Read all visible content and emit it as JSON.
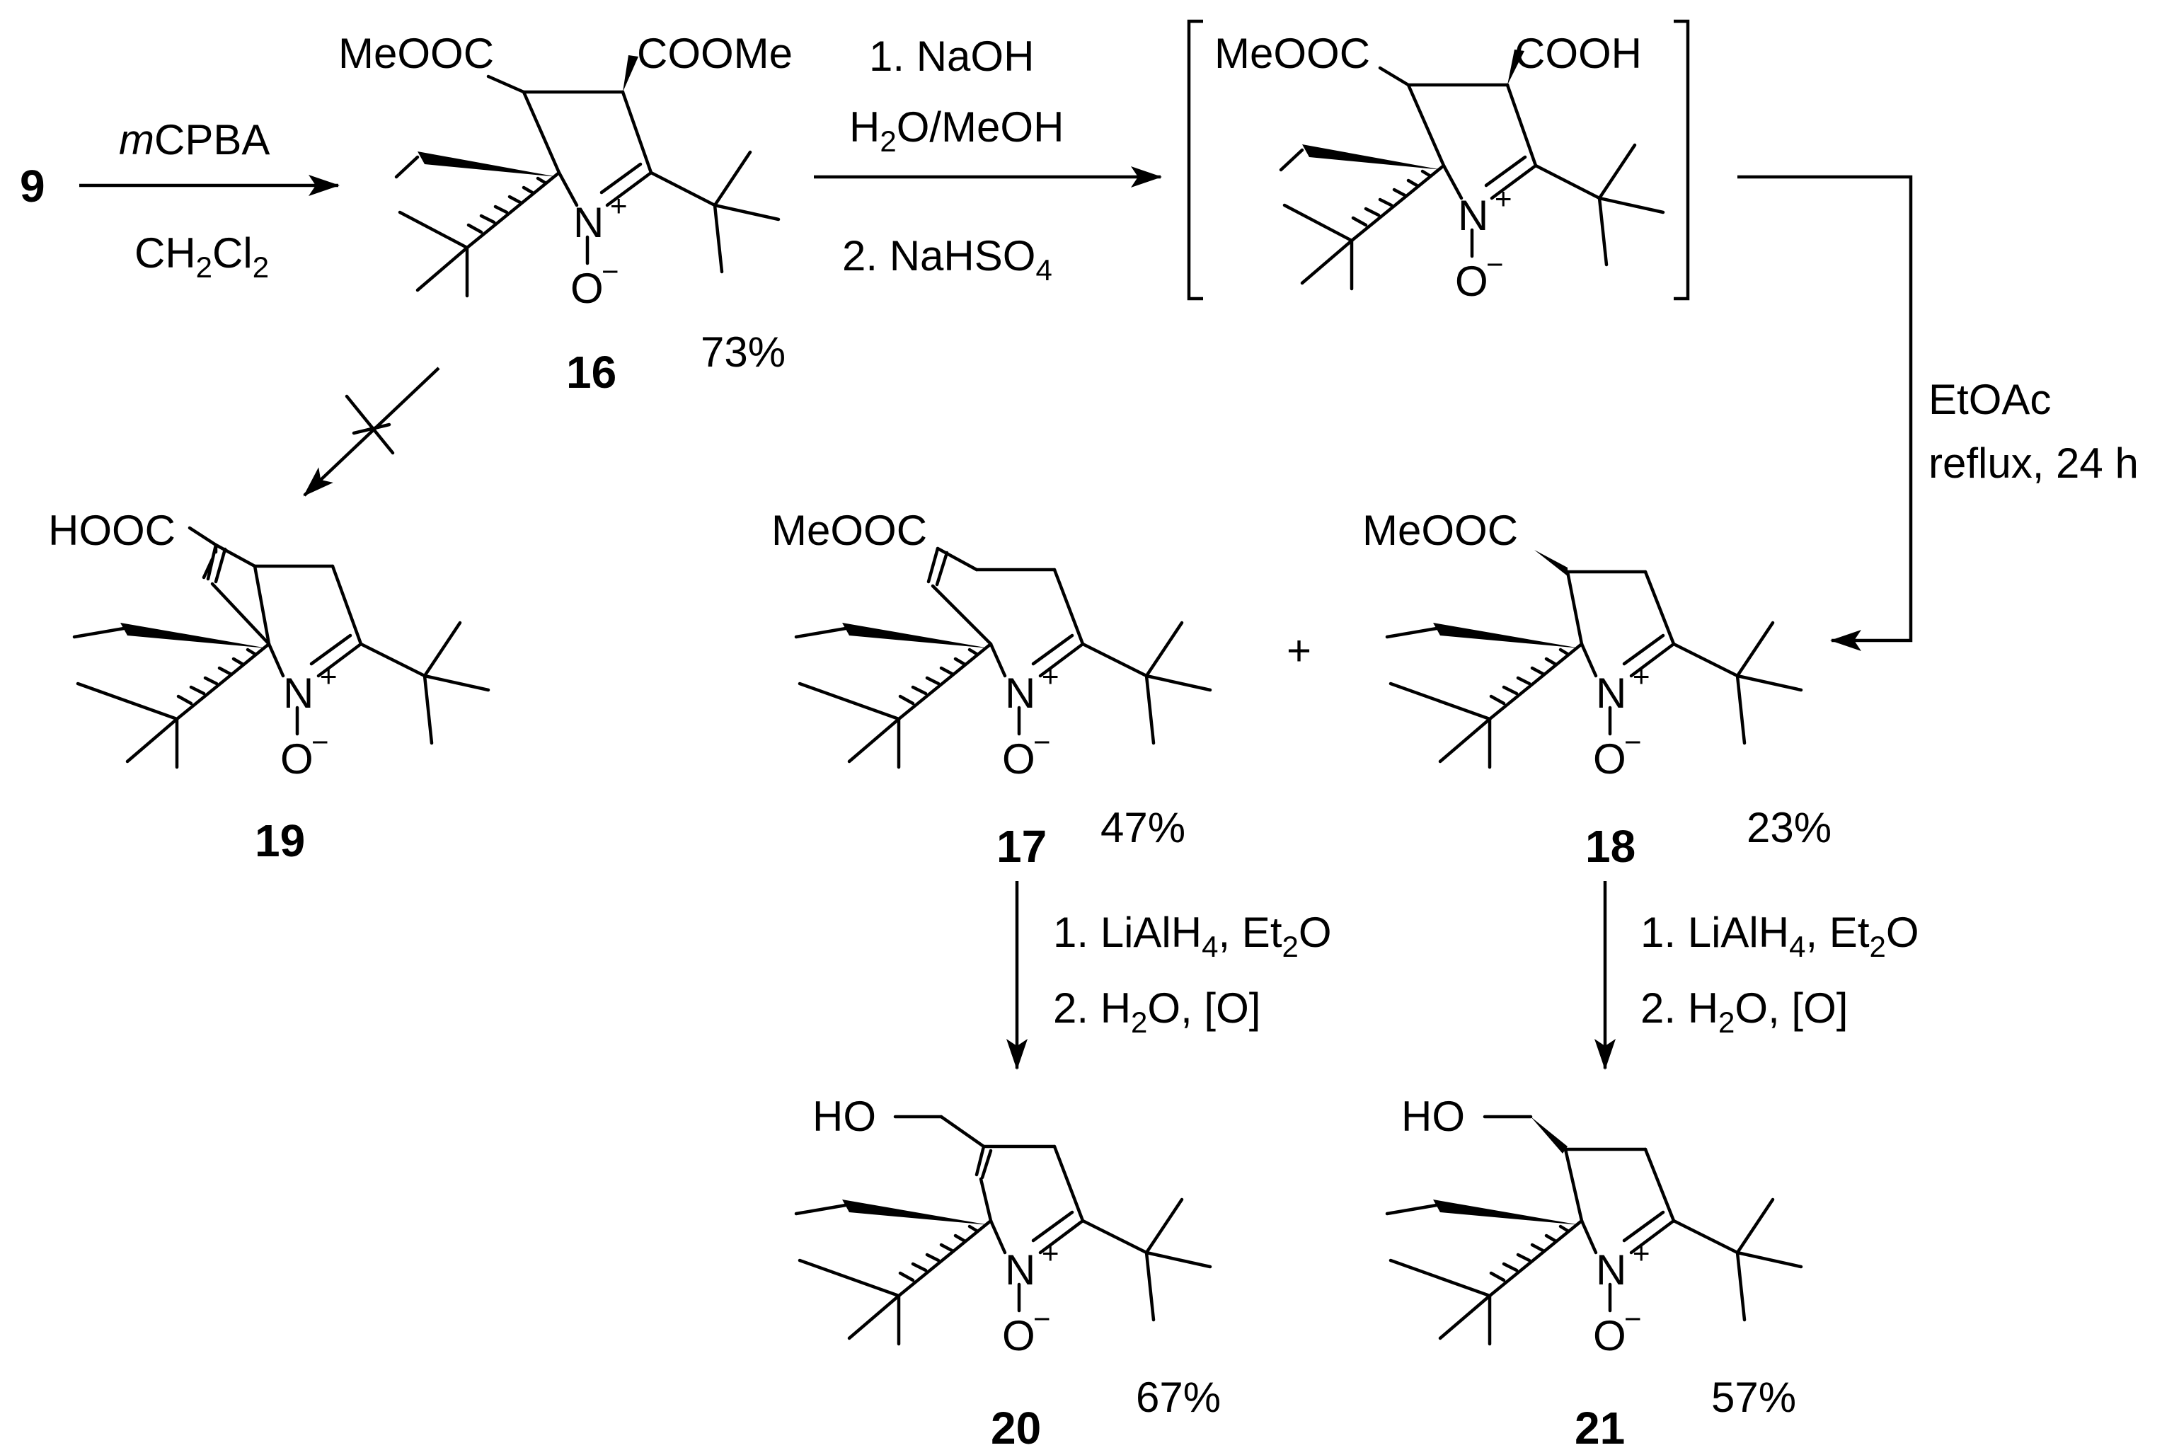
{
  "start": {
    "label": "9"
  },
  "step1": {
    "reagent_italic": "m",
    "reagent_rest": "CPBA",
    "solvent_main": "CH",
    "solvent_sub1": "2",
    "solvent_mid": "Cl",
    "solvent_sub2": "2",
    "yield": "73%"
  },
  "step2": {
    "line1": "1. NaOH",
    "line2_a": "H",
    "line2_sub": "2",
    "line2_b": "O/MeOH",
    "line3_a": "2. NaHSO",
    "line3_sub": "4"
  },
  "step3": {
    "line1": "EtOAc",
    "line2": "reflux, 24 h"
  },
  "reduction": {
    "line1_a": "1. LiAlH",
    "line1_sub1": "4",
    "line1_b": ", Et",
    "line1_sub2": "2",
    "line1_c": "O",
    "line2_a": "2. H",
    "line2_sub": "2",
    "line2_b": "O, [O]"
  },
  "groups": {
    "meooc": "MeOOC",
    "coome": "COOMe",
    "cooh": "COOH",
    "hooc": "HOOC",
    "ho": "HO",
    "n": "N",
    "o": "O",
    "plus": "+",
    "minus": "−"
  },
  "compounds": [
    {
      "id": "16",
      "yield": "73%"
    },
    {
      "id": "19",
      "yield": ""
    },
    {
      "id": "17",
      "yield": "47%"
    },
    {
      "id": "18",
      "yield": "23%"
    },
    {
      "id": "20",
      "yield": "67%"
    },
    {
      "id": "21",
      "yield": "57%"
    }
  ],
  "mixture_plus": "+"
}
